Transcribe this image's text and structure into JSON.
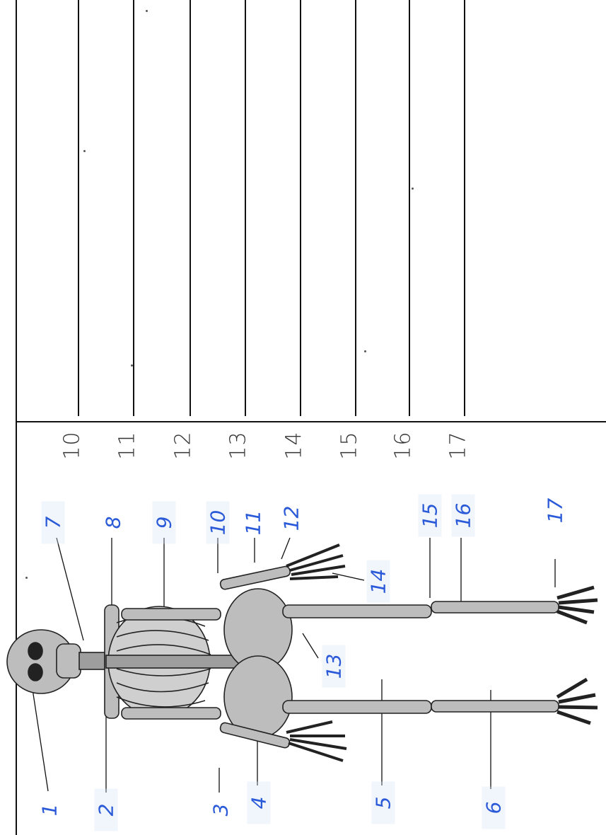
{
  "worksheet": {
    "answer_line_numbers": [
      "10",
      "11",
      "12",
      "13",
      "14",
      "15",
      "16",
      "17"
    ],
    "handwritten_labels": [
      "1",
      "2",
      "3",
      "4",
      "5",
      "6",
      "7",
      "8",
      "9",
      "10",
      "11",
      "12",
      "13",
      "14",
      "15",
      "16",
      "17"
    ]
  },
  "colors": {
    "ink": "#111111",
    "handwriting": "#2a5ad8",
    "paper": "#ffffff"
  },
  "figure": {
    "icon": "skeleton-diagram-icon"
  }
}
